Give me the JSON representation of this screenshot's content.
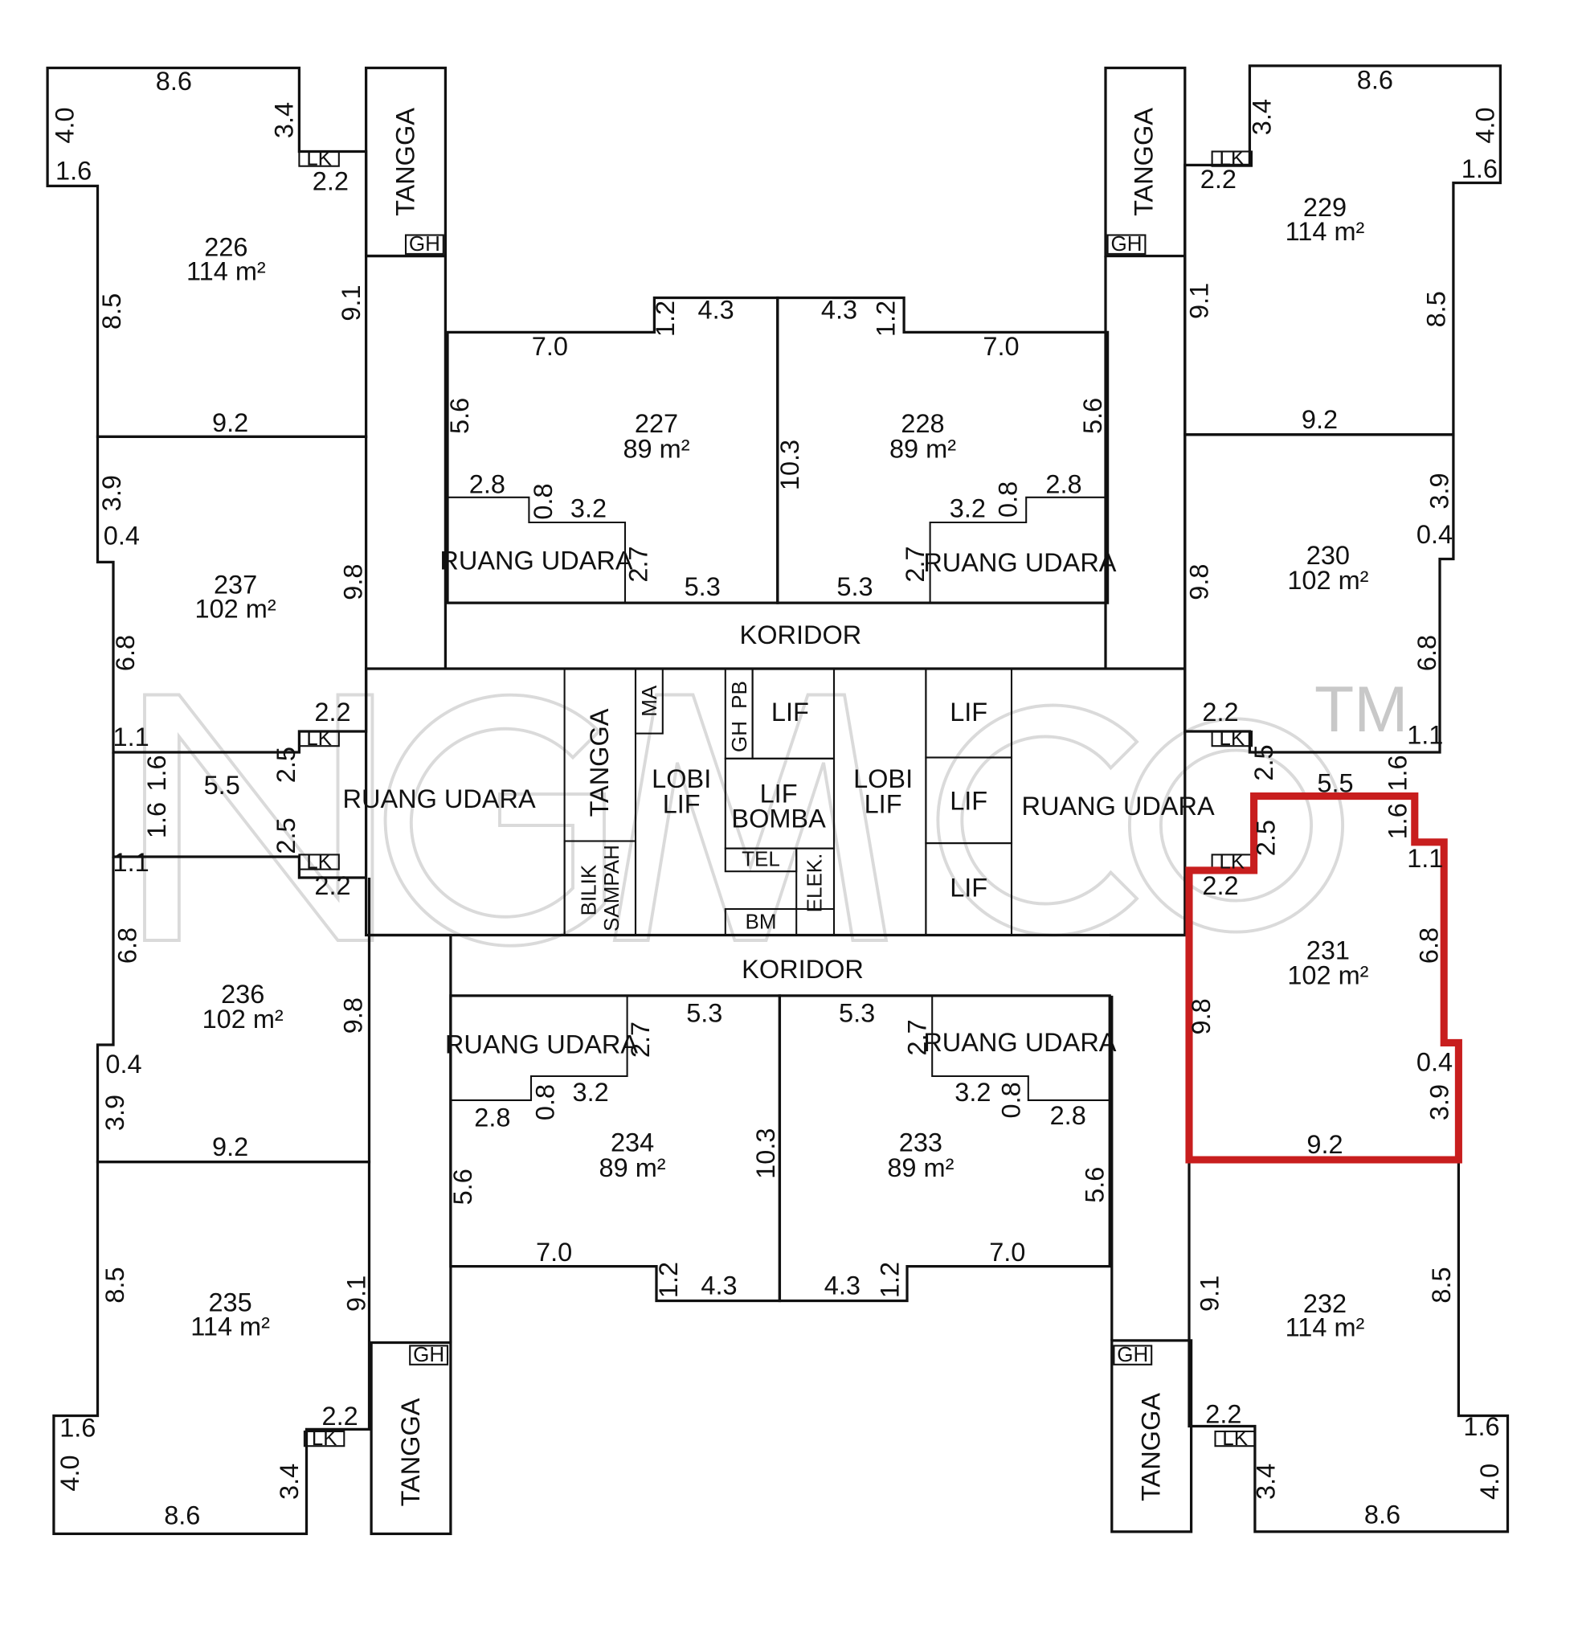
{
  "units": [
    {
      "id": "226",
      "number": "226",
      "area": "114 m²"
    },
    {
      "id": "227",
      "number": "227",
      "area": "89 m²"
    },
    {
      "id": "228",
      "number": "228",
      "area": "89 m²"
    },
    {
      "id": "229",
      "number": "229",
      "area": "114 m²"
    },
    {
      "id": "230",
      "number": "230",
      "area": "102 m²"
    },
    {
      "id": "231",
      "number": "231",
      "area": "102 m²",
      "highlighted": true,
      "highlight_color": "#c81e1e"
    },
    {
      "id": "232",
      "number": "232",
      "area": "114 m²"
    },
    {
      "id": "233",
      "number": "233",
      "area": "89 m²"
    },
    {
      "id": "234",
      "number": "234",
      "area": "89 m²"
    },
    {
      "id": "235",
      "number": "235",
      "area": "114 m²"
    },
    {
      "id": "236",
      "number": "236",
      "area": "102 m²"
    },
    {
      "id": "237",
      "number": "237",
      "area": "102 m²"
    }
  ],
  "labels": {
    "tangga": "TANGGA",
    "gh": "GH",
    "lk": "LK",
    "ruang_udara": "RUANG UDARA",
    "koridor": "KORIDOR",
    "lif": "LIF",
    "lobi_lif_1": "LOBI",
    "lobi_lif_2": "LIF",
    "lif_bomba_1": "LIF",
    "lif_bomba_2": "BOMBA",
    "bilik_sampah_1": "BILIK",
    "bilik_sampah_2": "SAMPAH",
    "ma": "MA",
    "pb": "PB",
    "tel": "TEL",
    "elek": "ELEK.",
    "bm": "BM"
  },
  "dimensions": {
    "d86": "8.6",
    "d40": "4.0",
    "d34": "3.4",
    "d16": "1.6",
    "d22": "2.2",
    "d85": "8.5",
    "d91": "9.1",
    "d92": "9.2",
    "d39": "3.9",
    "d04": "0.4",
    "d98": "9.8",
    "d68": "6.8",
    "d11": "1.1",
    "d25": "2.5",
    "d55": "5.5",
    "d70": "7.0",
    "d12": "1.2",
    "d43": "4.3",
    "d56": "5.6",
    "d103": "10.3",
    "d28": "2.8",
    "d08": "0.8",
    "d32": "3.2",
    "d27": "2.7",
    "d53": "5.3"
  },
  "watermark": {
    "text": "NGMCO",
    "tm": "TM"
  }
}
